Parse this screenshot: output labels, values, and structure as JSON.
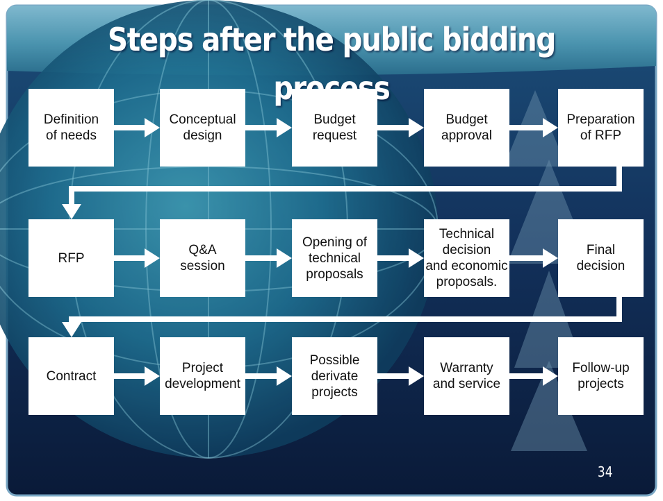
{
  "title": "Steps after the public bidding process",
  "page_number": "34",
  "colors": {
    "panel": "#0d1f3f",
    "header": "#3d87a3",
    "box": "#ffffff",
    "arrow": "#ffffff"
  },
  "rows": [
    [
      "Definition\nof needs",
      "Conceptual\ndesign",
      "Budget\nrequest",
      "Budget\napproval",
      "Preparation\nof RFP"
    ],
    [
      "RFP",
      "Q&A\nsession",
      "Opening of\ntechnical\nproposals",
      "Technical\ndecision\nand economic\nproposals.",
      "Final\ndecision"
    ],
    [
      "Contract",
      "Project\ndevelopment",
      "Possible\nderivate\nprojects",
      "Warranty\nand service",
      "Follow-up\nprojects"
    ]
  ]
}
